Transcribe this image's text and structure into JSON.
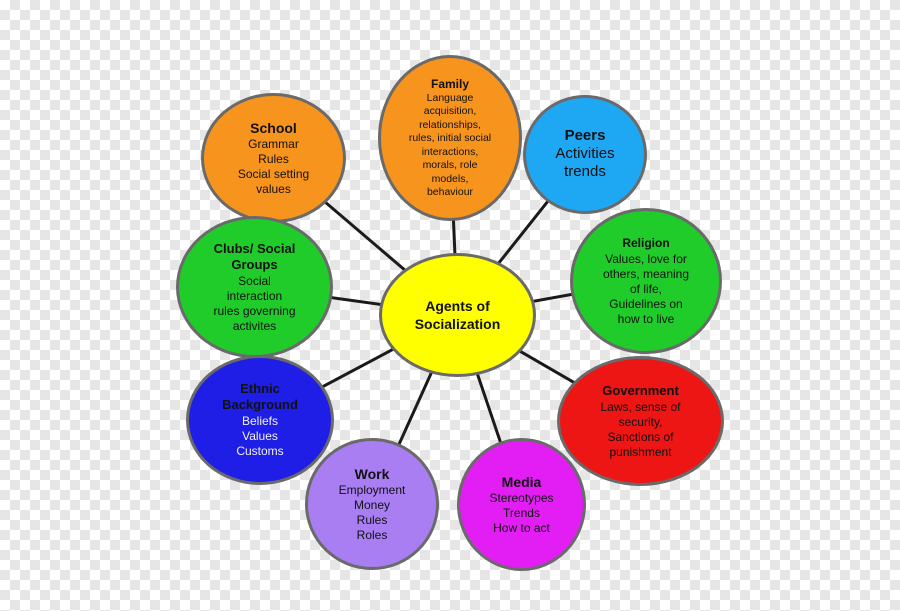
{
  "diagram": {
    "center": {
      "title": "Agents of Socialization"
    },
    "nodes": [
      {
        "id": "family",
        "title": "Family",
        "lines": [
          "Language",
          "acquisition,",
          "relationships,",
          "rules, initial social",
          "interactions,",
          "morals,  role",
          "models,",
          "behaviour"
        ],
        "color": "#f7941d"
      },
      {
        "id": "school",
        "title": "School",
        "lines": [
          "Grammar",
          "Rules",
          "Social setting",
          "values"
        ],
        "color": "#f7941d"
      },
      {
        "id": "peers",
        "title": "Peers",
        "lines": [
          "Activities",
          "trends"
        ],
        "color": "#1ea8f4"
      },
      {
        "id": "clubs",
        "title": "Clubs/ Social Groups",
        "lines": [
          "Social",
          "interaction",
          "rules governing",
          "activites"
        ],
        "color": "#1fcc2a"
      },
      {
        "id": "religion",
        "title": "Religion",
        "lines": [
          "Values, love for",
          "others, meaning",
          "of life,",
          "Guidelines on",
          "how to live"
        ],
        "color": "#1fcc2a"
      },
      {
        "id": "ethnic",
        "title": "Ethnic Background",
        "lines": [
          "Beliefs",
          "Values",
          "Customs"
        ],
        "color": "#1e1ee6"
      },
      {
        "id": "government",
        "title": "Government",
        "lines": [
          "Laws, sense of",
          "security,",
          "Sanctions of",
          "punishment"
        ],
        "color": "#ee1515"
      },
      {
        "id": "work",
        "title": "Work",
        "lines": [
          "Employment",
          "Money",
          "Rules",
          "Roles"
        ],
        "color": "#a87ef2"
      },
      {
        "id": "media",
        "title": "Media",
        "lines": [
          "Stereotypes",
          "Trends",
          "How to act"
        ],
        "color": "#e31ef4"
      }
    ],
    "center_color": "#ffff00"
  }
}
